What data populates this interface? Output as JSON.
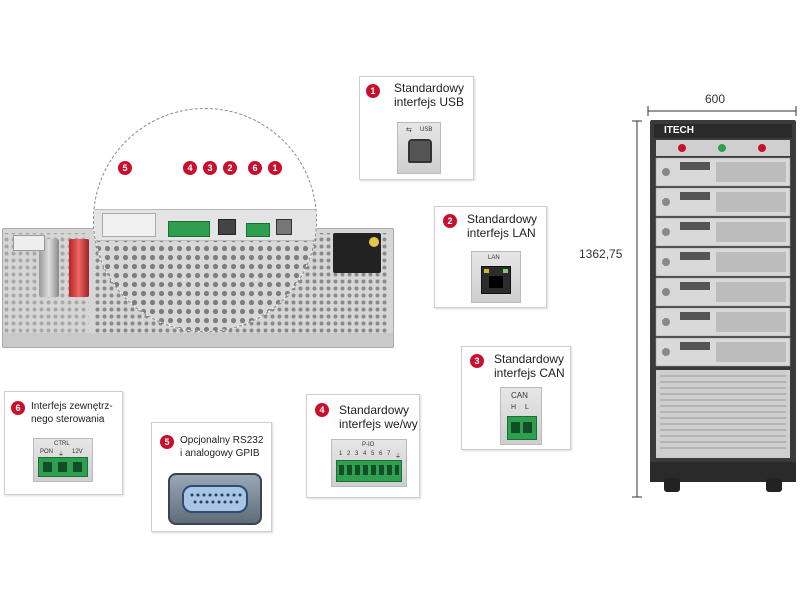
{
  "callouts": [
    {
      "num": "1",
      "lines": [
        "Standardowy",
        "interfejs USB"
      ],
      "port_label": "USB"
    },
    {
      "num": "2",
      "lines": [
        "Standardowy",
        "interfejs LAN"
      ],
      "port_label": "LAN"
    },
    {
      "num": "3",
      "lines": [
        "Standardowy",
        "interfejs CAN"
      ],
      "port_label": "CAN",
      "pin_labels": [
        "H",
        "L"
      ]
    },
    {
      "num": "4",
      "lines": [
        "Standardowy",
        "interfejs we/wy"
      ],
      "port_label": "P-IO",
      "pin_labels": [
        "1",
        "2",
        "3",
        "4",
        "5",
        "6",
        "7",
        "⏚"
      ]
    },
    {
      "num": "5",
      "lines": [
        "Opcjonalny RS232",
        "i analogowy GPIB"
      ]
    },
    {
      "num": "6",
      "lines": [
        "Interfejs zewnętrz-",
        "nego sterowania"
      ],
      "port_label": "CTRL",
      "pin_labels": [
        "PON",
        "⏚",
        "12V"
      ]
    }
  ],
  "zoom_badges": [
    "5",
    "4",
    "3",
    "2",
    "6",
    "1"
  ],
  "dimensions": {
    "width": "600",
    "height": "1362,75"
  },
  "cabinet": {
    "brand": "ITECH"
  },
  "colors": {
    "badge": "#c8102e",
    "panel": "#d9d9d9",
    "cabinet": "#3a3a3a",
    "connector_green": "#2e9e4f"
  }
}
